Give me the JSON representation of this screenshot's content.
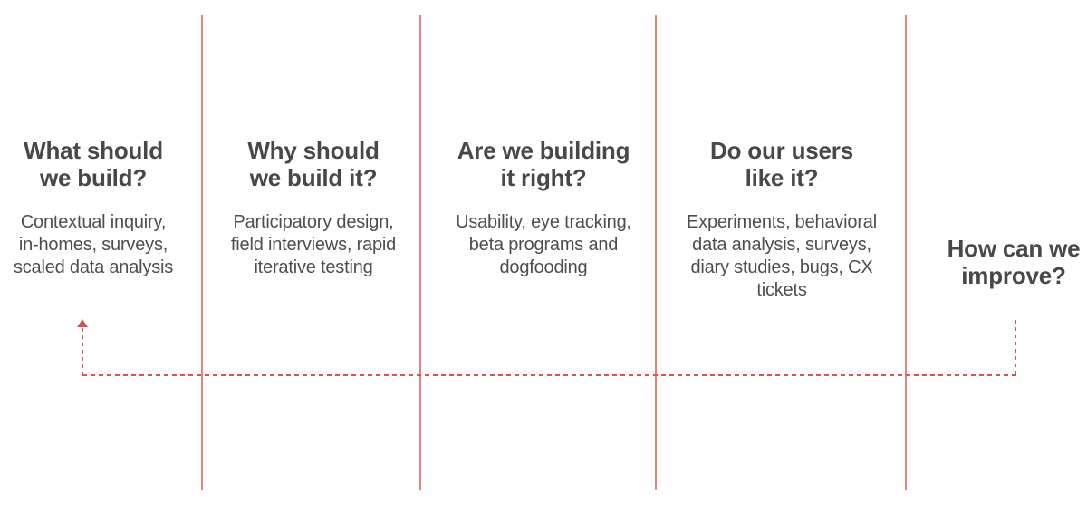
{
  "diagram": {
    "columns": [
      {
        "heading": "What should\nwe build?",
        "methods": "Contextual inquiry,\nin-homes, surveys,\nscaled data analysis"
      },
      {
        "heading": "Why should\nwe build it?",
        "methods": "Participatory design,\nfield interviews, rapid\niterative testing"
      },
      {
        "heading": "Are we building\nit right?",
        "methods": "Usability, eye tracking,\nbeta programs and\ndogfooding"
      },
      {
        "heading": "Do our users\nlike it?",
        "methods": "Experiments, behavioral\ndata analysis, surveys,\ndiary studies, bugs, CX\ntickets"
      },
      {
        "heading": "How can we\nimprove?",
        "methods": ""
      }
    ]
  },
  "colors": {
    "page_bg": "#ffffff",
    "divider_line": "#e2837e",
    "dash_line": "#d2534f",
    "heading_text": "#48484b",
    "body_text": "#4e4e51"
  }
}
